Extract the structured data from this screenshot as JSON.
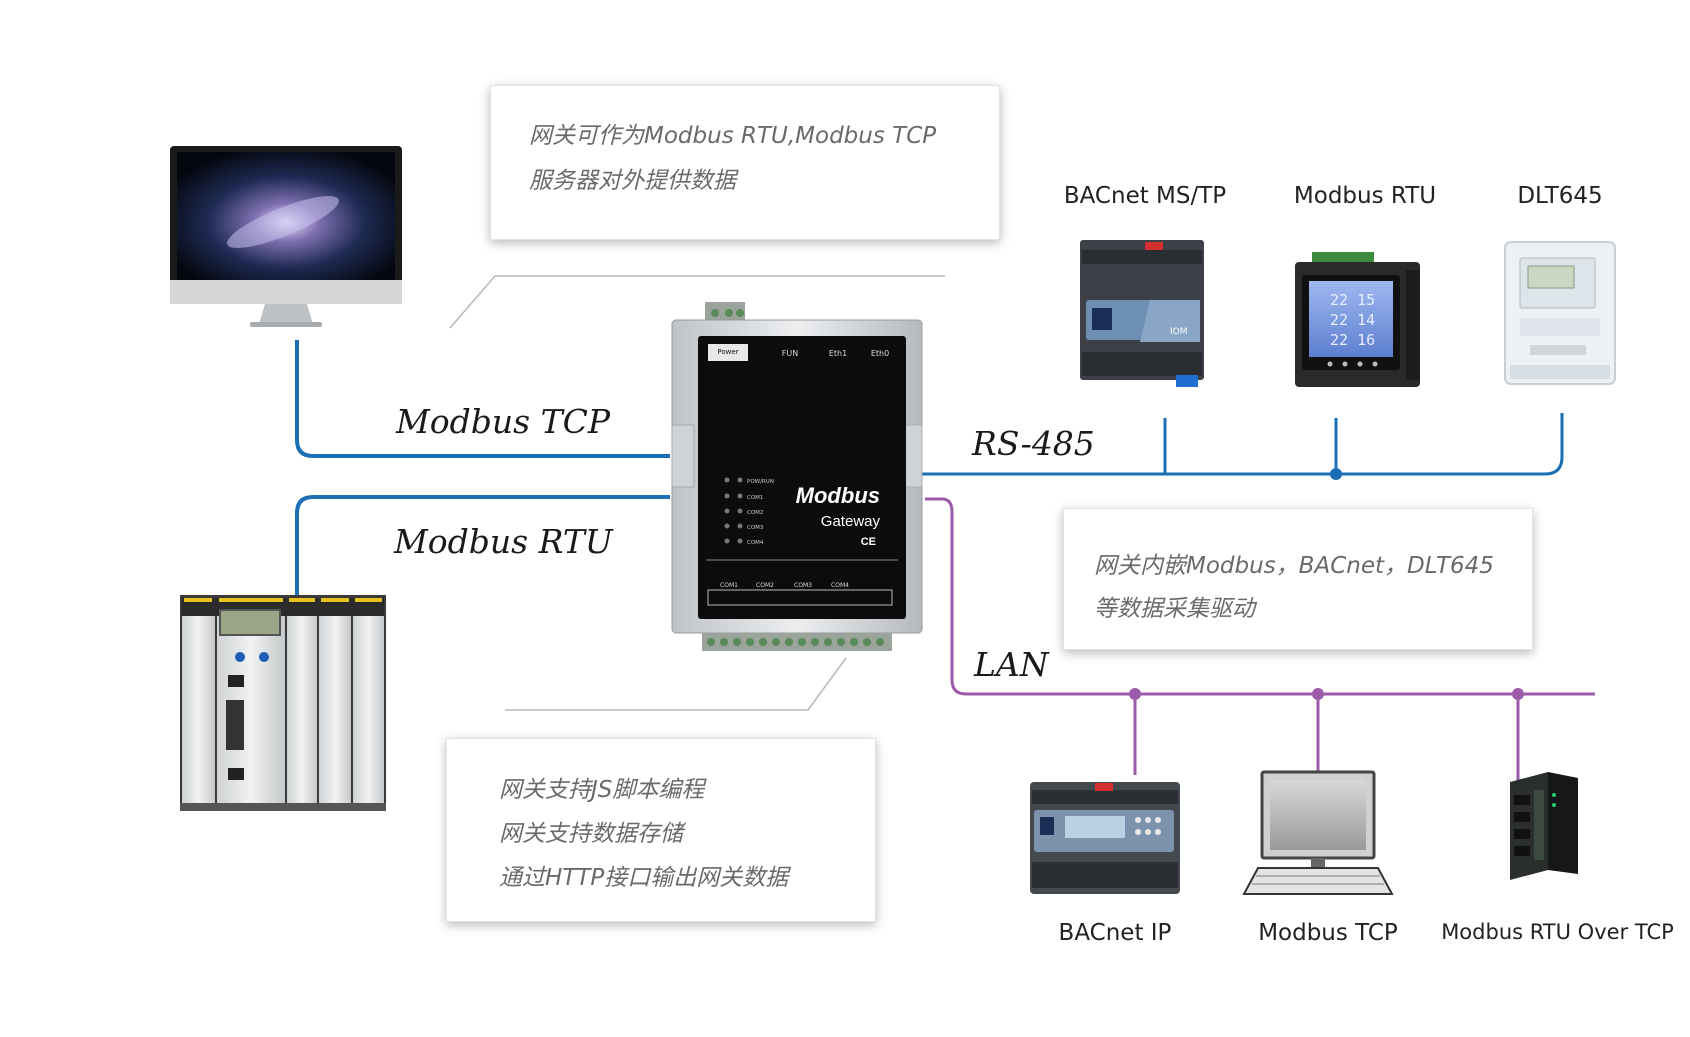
{
  "callouts": {
    "server": {
      "line1": "网关可作为Modbus RTU,Modbus TCP",
      "line2": "服务器对外提供数据"
    },
    "drivers": {
      "line1": "网关内嵌Modbus，BACnet，DLT645",
      "line2": "等数据采集驱动"
    },
    "script": {
      "line1": "网关支持JS脚本编程",
      "line2": "网关支持数据存储",
      "line3": "通过HTTP接口输出网关数据"
    }
  },
  "links": {
    "modbus_tcp": "Modbus TCP",
    "modbus_rtu": "Modbus RTU",
    "rs485": "RS-485",
    "lan": "LAN"
  },
  "devices": {
    "top": [
      "BACnet MS/TP",
      "Modbus RTU",
      "DLT645"
    ],
    "bottom": [
      "BACnet IP",
      "Modbus TCP",
      "Modbus RTU Over TCP"
    ]
  },
  "gateway": {
    "brand": "Modbus",
    "subtitle": "Gateway",
    "mark": "CE",
    "top_labels": [
      "FUN",
      "Eth1",
      "Eth0"
    ],
    "leds": [
      "POW/RUN",
      "COM1",
      "COM2",
      "COM3",
      "COM4"
    ],
    "ports": [
      "COM1",
      "COM2",
      "COM3",
      "COM4"
    ],
    "power": "Power"
  },
  "meter_readings": [
    "22 15",
    "22 14",
    "22 16"
  ],
  "colors": {
    "blue_line": "#1a6fb5",
    "purple_line": "#9c5ba8"
  }
}
